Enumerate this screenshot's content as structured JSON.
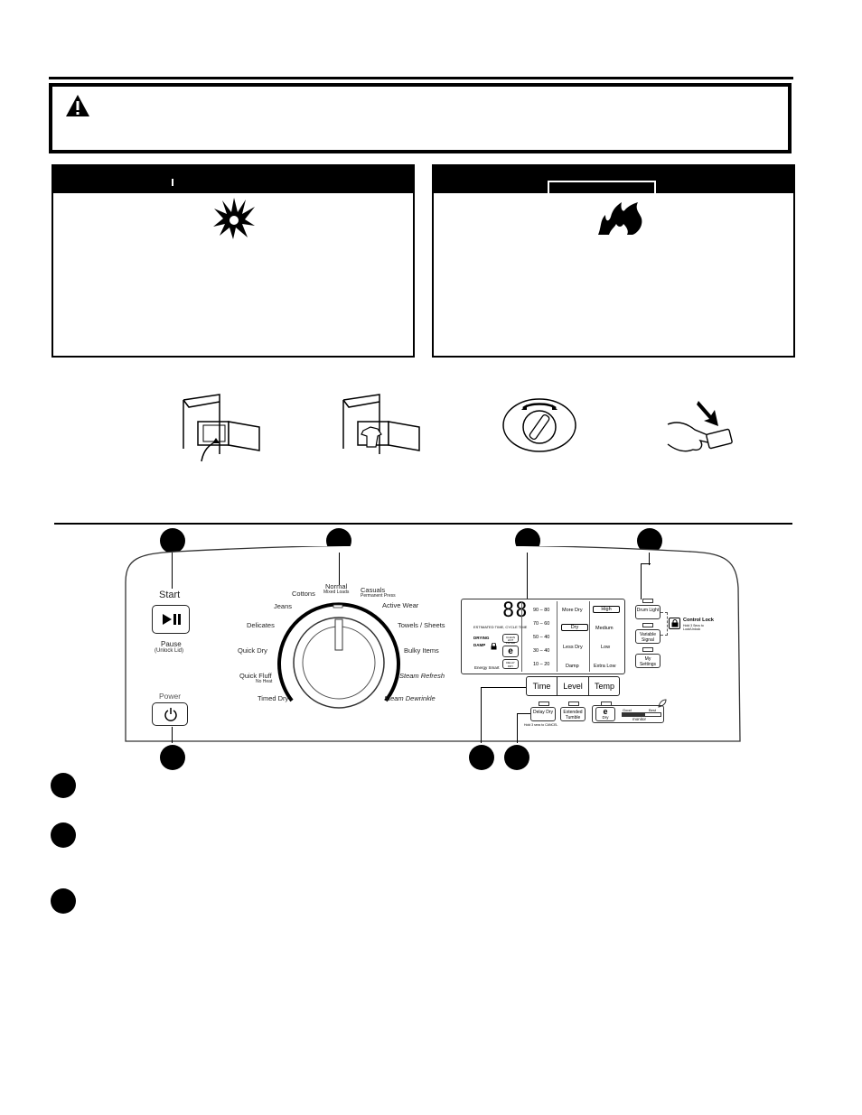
{
  "icons": {
    "warning": "warning-triangle-icon",
    "explosion": "explosion-icon",
    "fire": "fire-icon",
    "lint_filter": "lint-filter-illustration",
    "clothes_in_dryer": "clothes-in-dryer-illustration",
    "cycle_knob": "cycle-knob-illustration",
    "press_button": "press-button-illustration",
    "play_pause": "play-pause-icon",
    "power": "power-icon",
    "lock": "lock-icon",
    "leaf": "leaf-icon"
  },
  "start_button": {
    "label": "Start",
    "sub_label": "Pause",
    "sub_note": "(Unlock Lid)"
  },
  "power_button": {
    "label": "Power"
  },
  "dial": {
    "cycles_left": [
      {
        "label": "Jeans"
      },
      {
        "label": "Cottons"
      },
      {
        "label": "Delicates"
      },
      {
        "label": "Quick Dry"
      },
      {
        "label": "Quick Fluff",
        "note": "No Heat"
      },
      {
        "label": "Timed Dry"
      }
    ],
    "cycle_top": {
      "label": "Normal",
      "note": "Mixed Loads"
    },
    "cycles_right": [
      {
        "label": "Casuals",
        "note": "Permanent Press"
      },
      {
        "label": "Active Wear"
      },
      {
        "label": "Towels / Sheets"
      },
      {
        "label": "Bulky Items"
      },
      {
        "label": "Steam Refresh"
      },
      {
        "label": "Steam Dewrinkle"
      }
    ]
  },
  "display": {
    "digits": "88",
    "digits_label": "ESTIMATED TIME, CYCLE TIME",
    "status": [
      "DRYING",
      "DAMP"
    ],
    "energy_label": "Energy Smart",
    "clean_button": "CLEAN LINT FILTER",
    "e_button": "e",
    "delay_button": "DELAY DRY",
    "time_col": [
      "90 – 80",
      "70 – 60",
      "50 – 40",
      "30 – 40",
      "10 – 20"
    ],
    "level_col": [
      "More Dry",
      "Dry",
      "Less Dry",
      "Damp"
    ],
    "temp_col": [
      "High",
      "Medium",
      "Low",
      "Extra Low"
    ]
  },
  "tabs": [
    "Time",
    "Level",
    "Temp"
  ],
  "side_buttons": {
    "drum_light": "Drum Light",
    "variable_signal": "Variable Signal",
    "my_settings": "My Settings",
    "control_lock": "Control Lock",
    "control_lock_note": "Hold 3 Secs to Lock/Unlock"
  },
  "bottom_buttons": {
    "delay_dry": "Delay Dry",
    "delay_note": "Hold 3 secs to CANCEL",
    "extended_tumble": "Extended Tumble",
    "e_dry": "Dry",
    "e_letter": "e",
    "monitor_good": "Good",
    "monitor_best": "Best",
    "monitor_label": "monitor"
  }
}
